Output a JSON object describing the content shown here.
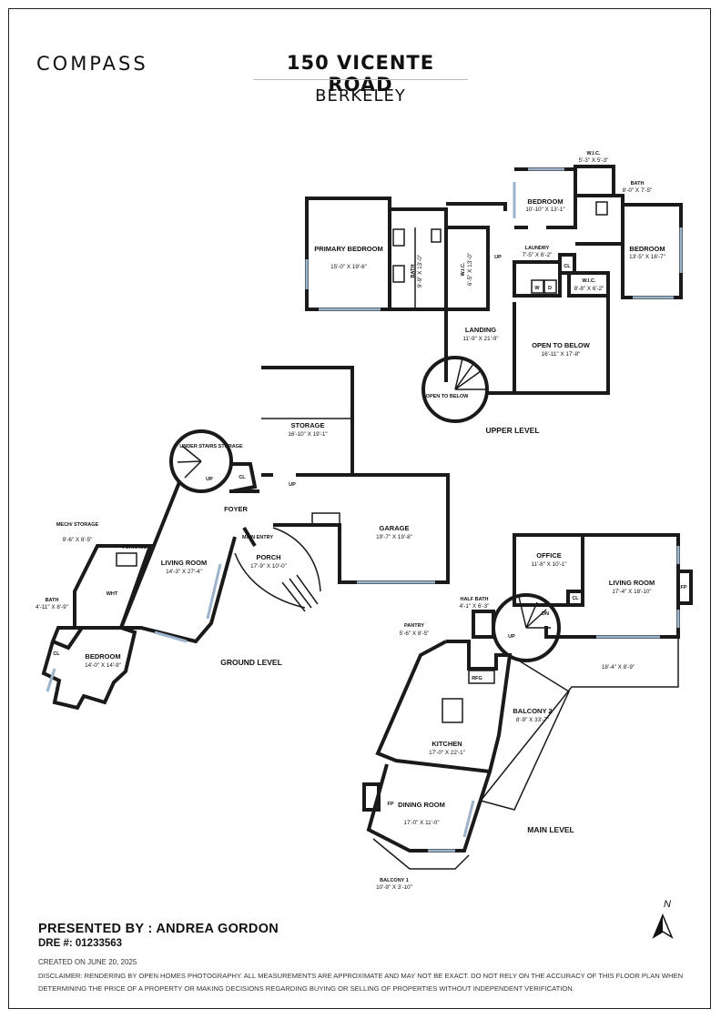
{
  "header": {
    "brand": "COMPASS",
    "address": "150 VICENTE ROAD",
    "city": "BERKELEY"
  },
  "levels": {
    "upper": "UPPER LEVEL",
    "ground": "GROUND LEVEL",
    "main": "MAIN LEVEL"
  },
  "rooms": {
    "wic_top": {
      "name": "W.I.C.",
      "dim": "5'-3\" X 5'-3\""
    },
    "bath_upper_right": {
      "name": "BATH",
      "dim": "8'-0\" X 7'-5\""
    },
    "bedroom_upper_mid": {
      "name": "BEDROOM",
      "dim": "10'-10\" X 13'-1\""
    },
    "bedroom_upper_right": {
      "name": "BEDROOM",
      "dim": "13'-5\" X 16'-7\""
    },
    "primary_bedroom": {
      "name": "PRIMARY BEDROOM",
      "dim": "15'-0\" X 19'-6\""
    },
    "bath_primary": {
      "name": "BATH",
      "dim": "9'-9\" X 13'-0\""
    },
    "wic_primary": {
      "name": "W.I.C.",
      "dim": "6'-5\" X 13'-0\""
    },
    "laundry": {
      "name": "LAUNDRY",
      "dim": "7'-5\" X 6'-2\""
    },
    "cl_upper": {
      "name": "CL"
    },
    "wic_small": {
      "name": "W.I.C.",
      "dim": "8'-8\" X 6'-2\""
    },
    "landing": {
      "name": "LANDING",
      "dim": "11'-9\" X 21'-9\""
    },
    "open_to_below": {
      "name": "OPEN TO BELOW",
      "dim": "16'-11\" X 17'-8\""
    },
    "open_to_below_stair": {
      "name": "OPEN TO BELOW"
    },
    "storage": {
      "name": "STORAGE",
      "dim": "16'-10\" X 19'-1\""
    },
    "under_stairs": {
      "name": "UNDER STAIRS STORAGE"
    },
    "cl_ground": {
      "name": "CL"
    },
    "foyer": {
      "name": "FOYER"
    },
    "main_entry": {
      "name": "MAIN ENTRY"
    },
    "garage": {
      "name": "GARAGE",
      "dim": "19'-7\" X 19'-8\""
    },
    "mech": {
      "name": "MECH/ STORAGE",
      "dim": "9'-6\" X 8'-5\""
    },
    "furnace": {
      "name": "FURNACE"
    },
    "wht": {
      "name": "WHT"
    },
    "living_ground": {
      "name": "LIVING ROOM",
      "dim": "14'-3\" X 27'-4\""
    },
    "porch": {
      "name": "PORCH",
      "dim": "17'-9\" X 10'-0\""
    },
    "bath_ground": {
      "name": "BATH",
      "dim": "4'-11\" X 8'-9\""
    },
    "cl_bed": {
      "name": "CL"
    },
    "bedroom_ground": {
      "name": "BEDROOM",
      "dim": "14'-0\" X 14'-9\""
    },
    "office": {
      "name": "OFFICE",
      "dim": "11'-8\" X 10'-1\""
    },
    "cl_main": {
      "name": "CL"
    },
    "living_main": {
      "name": "LIVING ROOM",
      "dim": "17'-4\" X 18'-10\""
    },
    "fp_main": {
      "name": "FP"
    },
    "half_bath": {
      "name": "HALF BATH",
      "dim": "4'-1\" X 6'-3\""
    },
    "pantry": {
      "name": "PANTRY",
      "dim": "5'-6\" X 8'-5\""
    },
    "rfg": {
      "name": "RFG"
    },
    "deck": {
      "dim": "18'-4\" X 8'-9\""
    },
    "balcony2": {
      "name": "BALCONY 2",
      "dim": "8'-9\" X 33'-7\""
    },
    "kitchen": {
      "name": "KITCHEN",
      "dim": "17'-0\" X 22'-1\""
    },
    "fp_dining": {
      "name": "FP"
    },
    "dining": {
      "name": "DINING ROOM",
      "dim": "17'-0\" X 11'-0\""
    },
    "balcony1": {
      "name": "BALCONY 1",
      "dim": "10'-9\" X 3'-10\""
    }
  },
  "marks": {
    "up": "UP",
    "dn": "DN",
    "washer": "W",
    "dryer": "D"
  },
  "footer": {
    "presented_by": "PRESENTED BY : ANDREA GORDON",
    "dre": "DRE #: 01233563",
    "created": "CREATED ON JUNE 20, 2025",
    "disclaimer": "DISCLAIMER: RENDERING BY OPEN HOMES PHOTOGRAPHY. ALL MEASUREMENTS ARE APPROXIMATE AND MAY NOT BE EXACT. DO NOT RELY ON THE ACCURACY OF THIS FLOOR PLAN WHEN DETERMINING THE PRICE OF A PROPERTY OR MAKING DECISIONS REGARDING BUYING OR SELLING OF PROPERTIES WITHOUT INDEPENDENT VERIFICATION.",
    "north": "N"
  },
  "colors": {
    "wall": "#1a1a1a",
    "window": "#9bb4cc",
    "ink": "#111111"
  }
}
